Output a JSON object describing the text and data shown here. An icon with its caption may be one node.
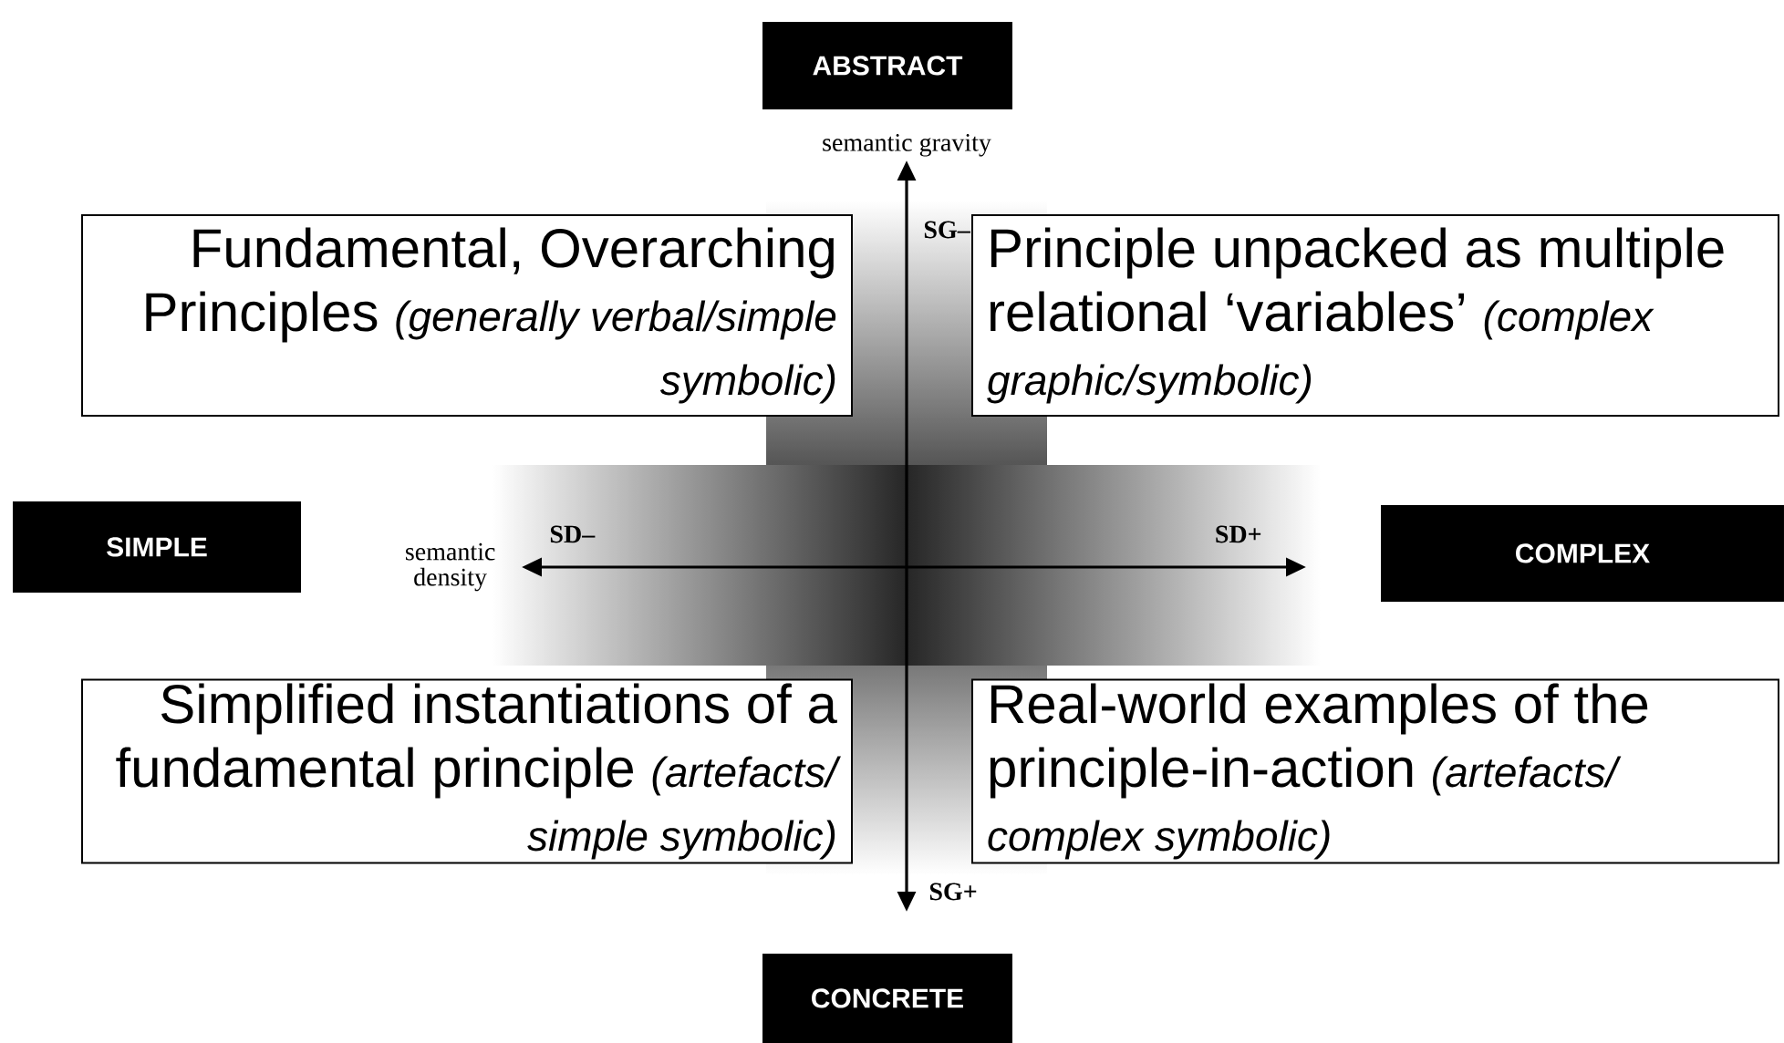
{
  "diagram": {
    "nodes": [
      {
        "text": [
          "ABSTRACT"
        ]
      },
      {
        "text": [
          "Fundamental, Overarching Principles",
          "(generally verbal/simple symbolic)"
        ]
      },
      {
        "text": [
          "Principle unpacked as multiple relational ‘variables’",
          "(complex graphic/symbolic)"
        ]
      },
      {
        "text": [
          "SIMPLE"
        ]
      },
      {
        "text": [
          "COMPLEX"
        ]
      },
      {
        "text": [
          "Simplified instantiations of a fundamental principle",
          "(artefacts/ simple symbolic)"
        ]
      },
      {
        "text": [
          "Real-world examples of the principle-in-action",
          "(artefacts/ complex symbolic)"
        ]
      },
      {
        "text": [
          "CONCRETE"
        ]
      }
    ],
    "labels": [
      "semantic gravity",
      "SG–",
      "SD–",
      "semantic density",
      "SD+",
      "SG+"
    ]
  }
}
